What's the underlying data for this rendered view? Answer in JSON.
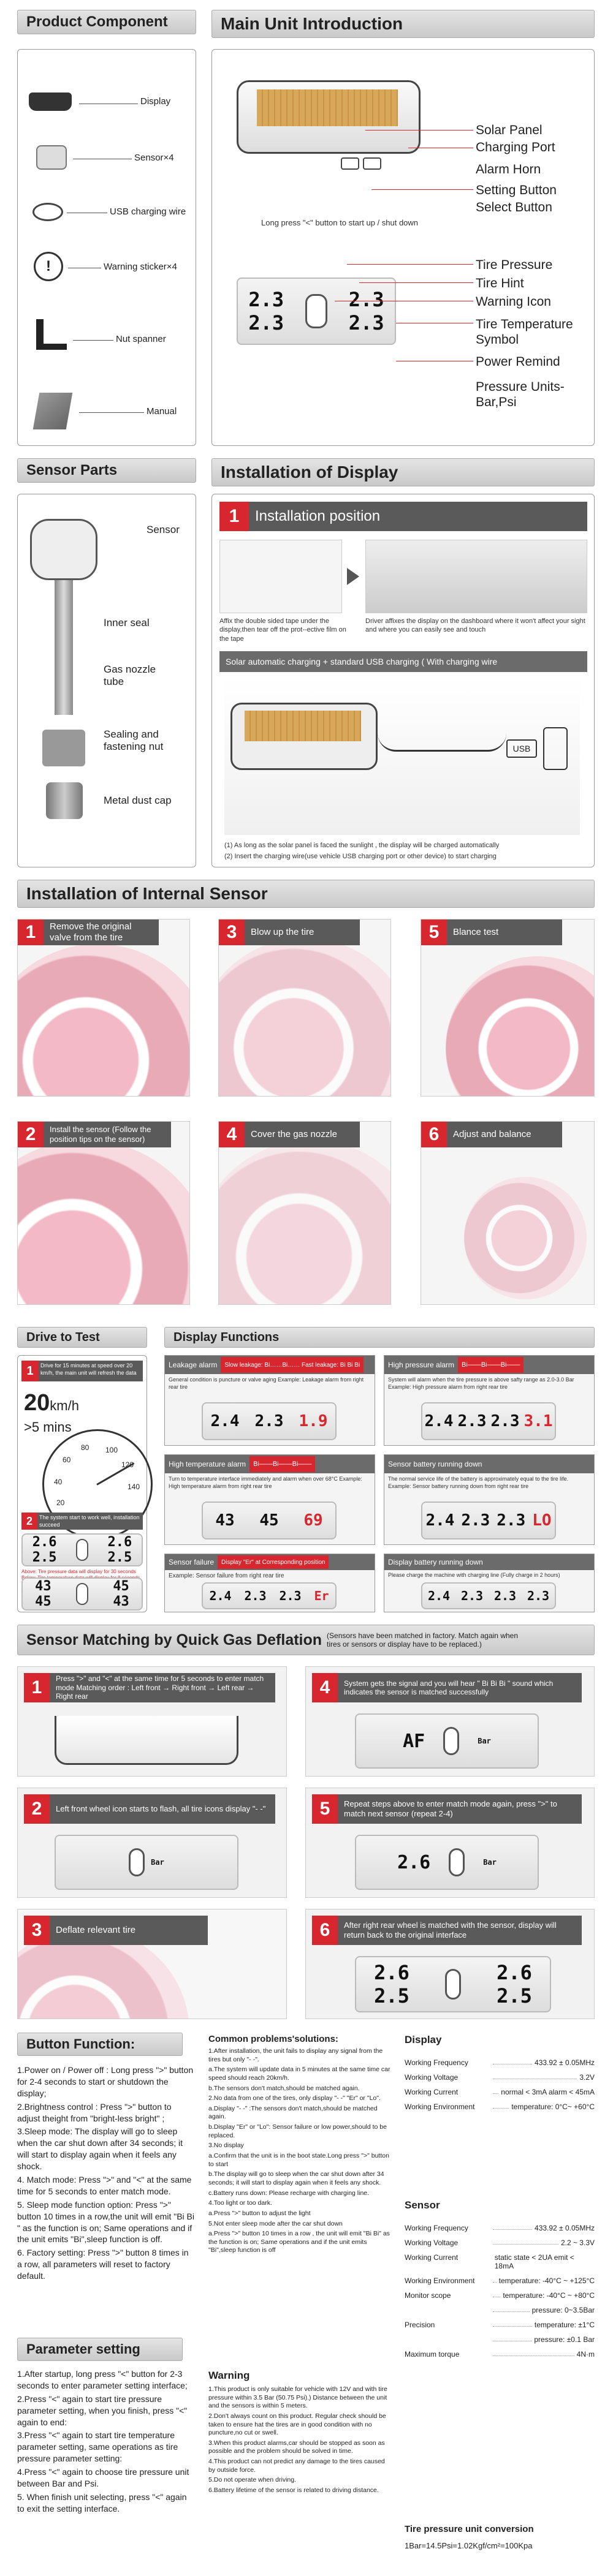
{
  "product_component": {
    "title": "Product Component",
    "items": [
      "Display",
      "Sensor×4",
      "USB charging wire",
      "Warning sticker×4",
      "Nut spanner",
      "Manual"
    ]
  },
  "main_unit": {
    "title": "Main Unit Introduction",
    "top_labels": [
      "Solar Panel",
      "Charging Port",
      "Alarm Horn",
      "Setting Button",
      "Select Button"
    ],
    "long_press": "Long press \"<\" button to start up / shut down",
    "lcd_labels": [
      "Tire Pressure",
      "Tire Hint",
      "Warning Icon",
      "Tire Temperature Symbol",
      "Power Remind",
      "Pressure Units-Bar,Psi"
    ],
    "lcd": {
      "fl": "2.3",
      "fr": "2.3",
      "rl": "2.3",
      "rr": "2.3"
    }
  },
  "sensor_parts": {
    "title": "Sensor Parts",
    "labels": [
      "Sensor",
      "Inner seal",
      "Gas nozzle tube",
      "Sealing and fastening nut",
      "Metal dust cap"
    ]
  },
  "installation_display": {
    "title": "Installation of Display",
    "step_num": "1",
    "step_title": "Installation position",
    "caption_left": "Affix the double sided tape under the display,then tear off the prot--ective film on the tape",
    "caption_right": "Driver affixes the display on the dashboard where it won't affect your sight and where you can easily see and touch",
    "charging_title": "Solar automatic charging + standard USB charging ( With charging wire",
    "usb_label": "USB",
    "notes": [
      "(1)  As long as the solar panel is faced the sunlight , the display will be charged automatically",
      "(2)  Insert the charging wire(use vehicle USB charging port or other device) to start charging"
    ]
  },
  "internal_sensor": {
    "title": "Installation of Internal Sensor",
    "steps": [
      {
        "num": "1",
        "text": "Remove the original valve from the tire"
      },
      {
        "num": "3",
        "text": "Blow up the tire"
      },
      {
        "num": "5",
        "text": "Blance test"
      },
      {
        "num": "2",
        "text": "Install the sensor (Follow the position tips on the sensor)"
      },
      {
        "num": "4",
        "text": "Cover the gas nozzle"
      },
      {
        "num": "6",
        "text": "Adjust and balance"
      }
    ]
  },
  "drive_to_test": {
    "title": "Drive to Test",
    "note1": "Drive for 15 minutes at speed over 20 km/h, the main unit will refresh the data",
    "speed": "20",
    "speed_unit": "km/h",
    "time": ">5 mins",
    "gauge_ticks": [
      "20",
      "40",
      "60",
      "80",
      "100",
      "120",
      "140"
    ],
    "step_num": "2",
    "step_text": "The system start to work well, installation succeed",
    "caption": "Above: Tire pressure data will display for 30 seconds Below: Tire temperature data will display for 8 seconds",
    "lcd1": {
      "fl": "2.6",
      "fr": "2.6",
      "rl": "2.5",
      "rr": "2.5"
    },
    "lcd2": {
      "fl": "43",
      "fr": "45",
      "rl": "45",
      "rr": "43"
    }
  },
  "display_functions": {
    "title": "Display Functions",
    "panels": [
      {
        "title": "Leakage alarm",
        "alarm": "Slow leakage: Bi……Bi……  Fast leakage: Bi Bi Bi",
        "desc": "General condition is puncture or valve aging Example: Leakage alarm from right rear tire",
        "vals": [
          "2.4",
          "2.3",
          "1.9"
        ]
      },
      {
        "title": "High pressure alarm",
        "alarm": "Bi——Bi——Bi——",
        "desc": "System will alarm when the tire pressure is above safty range as 2.0-3.0 Bar Example: High pressure alarm from right rear tire",
        "vals": [
          "2.4",
          "2.3",
          "2.3",
          "3.1"
        ]
      },
      {
        "title": "High temperature alarm",
        "alarm": "Bi——Bi——Bi——",
        "desc": "Turn to temperature interface immediately and alarm when over 68°C Example: High temperature alarm from right rear tire",
        "vals": [
          "43",
          "45",
          "69"
        ]
      },
      {
        "title": "Sensor battery running down",
        "alarm": "",
        "desc": "The normal service life of the battery is approximately equal to the tire life. Example: Sensor battery running down from right rear tire",
        "vals": [
          "2.4",
          "2.3",
          "2.3",
          "LO"
        ]
      },
      {
        "title": "Sensor failure",
        "alarm": "Display \"Er\" at Corresponding position",
        "desc": "Example:  Sensor failure from right rear tire",
        "vals": [
          "2.4",
          "2.3",
          "2.3",
          "Er"
        ]
      },
      {
        "title": "Display battery running down",
        "alarm": "",
        "desc": "Please charge the machine with charging line (Fully charge in 2 hours)",
        "vals": [
          "2.4",
          "2.3",
          "2.3",
          "2.3"
        ]
      }
    ]
  },
  "sensor_matching": {
    "title": "Sensor Matching by Quick Gas Deflation",
    "note": "(Sensors have been matched in factory. Match again when tires or sensors or display have to be replaced.)",
    "steps": [
      {
        "num": "1",
        "text": "Press \">\" and \"<\" at the same time for 5 seconds to enter match mode Matching order : Left front → Right front → Left rear → Right rear"
      },
      {
        "num": "4",
        "text": "System gets the signal and you will hear \" Bi  Bi  Bi \" sound which indicates the sensor is matched successfully"
      },
      {
        "num": "2",
        "text": "Left front wheel icon starts to flash, all tire icons display \"- -\""
      },
      {
        "num": "5",
        "text": "Repeat steps above to enter match mode again, press \">\" to match next sensor (repeat 2-4)"
      },
      {
        "num": "3",
        "text": "Deflate relevant tire"
      },
      {
        "num": "6",
        "text": "After right rear wheel is matched with the sensor, display will return back to the original interface"
      }
    ],
    "lcd_af": "AF",
    "lcd_bar": "Bar",
    "lcd_final": {
      "fl": "2.6",
      "fr": "2.6",
      "rl": "2.5",
      "rr": "2.5"
    }
  },
  "button_function": {
    "title": "Button Function:",
    "items": [
      "1.Power on / Power off : Long press \">\" button for 2-4 seconds to start or shutdown the display;",
      "2.Brightness control : Press \">\" button to adjust theight from \"bright-less bright\" ;",
      "3.Sleep mode: The display will go to sleep when the car shut down after 34 seconds; it will start to display again when it feels any shock.",
      "4. Match mode: Press \">\" and \"<\" at the same time for 5 seconds to enter match mode.",
      "5. Sleep mode function option: Press \">\" button 10 times in a row,the unit will emit \"Bi  Bi \" as the function is on; Same operations and if the unit emits \"Bi\",sleep function is off.",
      "6. Factory setting: Press \">\" button 8 times in a row, all parameters will reset to factory default."
    ]
  },
  "parameter_setting": {
    "title": "Parameter setting",
    "items": [
      "1.After startup, long press \"<\" button for 2-3 seconds to enter parameter setting interface;",
      "2.Press \"<\" again to start tire pressure parameter setting, when you finish, press \"<\" again to end:",
      "3.Press \"<\" again to start tire temperature parameter setting, same operations as tire pressure parameter setting:",
      "4.Press \"<\" again to choose tire pressure unit between Bar and Psi.",
      "5. When finish unit selecting, press \"<\" again to exit the setting interface."
    ]
  },
  "problems": {
    "title": "Common problems'solutions:",
    "items": [
      "1.After installation, the unit fails to display any signal from the tires but only \"- -\".",
      "a.The system will update data in 5 minutes at the same time car speed should reach 20km/h.",
      "b.The sensors don't match,should be matched again.",
      "2.No data from one of the tires, only display \"- -\" \"Er\" or \"Lo\".",
      "a.Display \"- -\" :The sensors don't match,should be matched again.",
      "b.Display \"Er\" or \"Lo\": Sensor failure or low power,should to be replaced.",
      "3.No display",
      "a.Confirm that the unit is in the boot state.Long press \">\" button to start",
      "b.The display will go to sleep when the car shut down after 34 seconds; it will start to display again when it feels any shock.",
      "c.Battery runs down: Please recharge with charging line.",
      "4.Too light or too dark.",
      "a.Press \">\" button to adjust the light",
      "5.Not enter sleep mode after the car shut down",
      "a.Press \">\" button 10 times in a row , the unit will emit \"Bi Bi\" as the function is on; Same operations and if the unit emits \"Bi\",sleep function is off"
    ],
    "warning_title": "Warning",
    "warnings": [
      "1.This product is only suitable for vehicle with 12V and with tire pressure within 3.5 Bar (50.75 Psi).) Distance between the unit and the sensors is within 5 meters.",
      "2.Don't always count on this product. Regular check should be taken to ensure hat the tires are in good condition with no puncture,no cut or swell.",
      "3.When this product alarms,car should be stopped as soon as possible and the problem should be solved in time.",
      "4.This product can not predict any damage to the tires caused by outside force.",
      "5.Do not operate when driving.",
      "6.Battery lifetime of the sensor is related to driving distance."
    ]
  },
  "specs": {
    "display_title": "Display",
    "display": [
      {
        "k": "Working Frequency",
        "v": "433.92 ± 0.05MHz"
      },
      {
        "k": "Working Voltage",
        "v": "3.2V"
      },
      {
        "k": "Working Current",
        "v": "normal < 3mA  alarm < 45mA"
      },
      {
        "k": "Working Environment",
        "v": "temperature: 0°C~ +60°C"
      }
    ],
    "sensor_title": "Sensor",
    "sensor": [
      {
        "k": "Working Frequency",
        "v": "433.92 ± 0.05MHz"
      },
      {
        "k": "Working Voltage",
        "v": "2.2 ~ 3.3V"
      },
      {
        "k": "Working Current",
        "v": "static state < 2UA  emit < 18mA"
      },
      {
        "k": "Working Environment",
        "v": "temperature: -40°C ~ +125°C"
      },
      {
        "k": "Monitor scope",
        "v": "temperature: -40°C ~ +80°C"
      },
      {
        "k": "",
        "v": "pressure: 0~3.5Bar"
      },
      {
        "k": "Precision",
        "v": "temperature: ±1°C"
      },
      {
        "k": "",
        "v": "pressure: ±0.1 Bar"
      },
      {
        "k": "Maximum torque",
        "v": "4N·m"
      }
    ],
    "conversion_title": "Tire pressure unit conversion",
    "conversion": "1Bar=14.5Psi=1.02Kgf/cm²=100Kpa"
  },
  "colors": {
    "accent": "#d8262e",
    "header_bg": "#d4d4d4",
    "step_bar": "#5a5a5a"
  }
}
